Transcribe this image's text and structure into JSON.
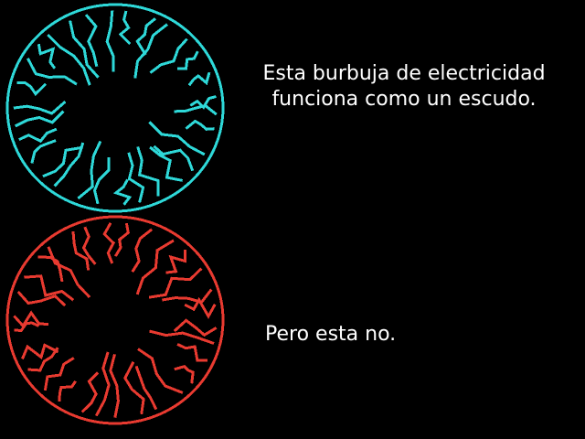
{
  "captions": {
    "shield_line1": "Esta burbuja de electricidad",
    "shield_line2": "funciona como un escudo.",
    "not_shield": "Pero esta no."
  },
  "bubbles": [
    {
      "name": "shield-bubble",
      "color": "#2ed8d8",
      "works": true
    },
    {
      "name": "broken-bubble",
      "color": "#e83a30",
      "works": false
    }
  ],
  "colors": {
    "background": "#000000",
    "text": "#ffffff"
  }
}
